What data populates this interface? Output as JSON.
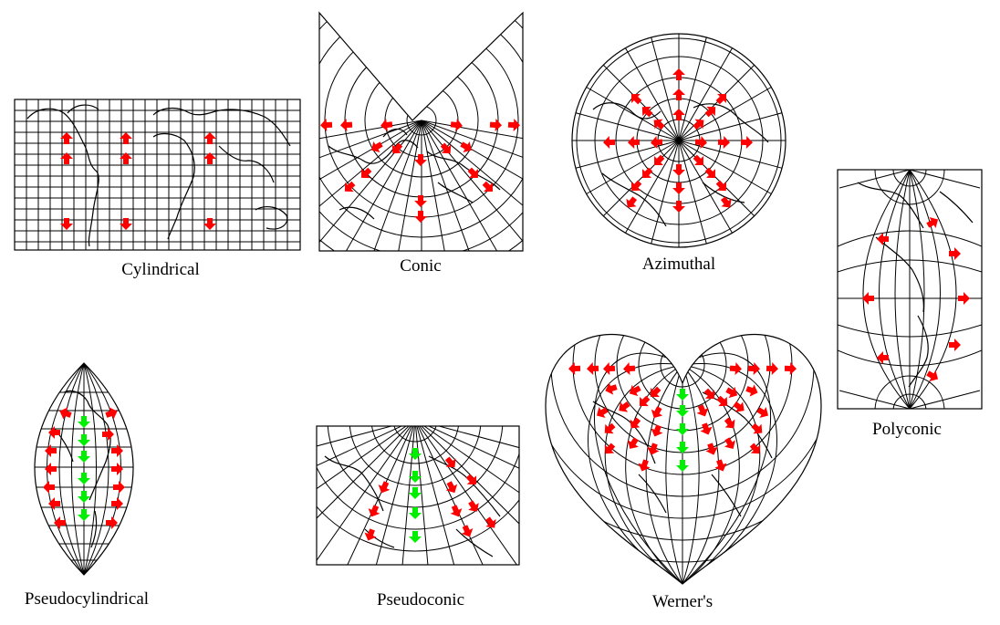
{
  "figure": {
    "labels": {
      "cylindrical": "Cylindrical",
      "conic": "Conic",
      "azimuthal": "Azimuthal",
      "polyconic": "Polyconic",
      "pseudocylindrical": "Pseudocylindrical",
      "pseudoconic": "Pseudoconic",
      "werners": "Werner's"
    }
  },
  "colors": {
    "line": "#000000",
    "arrow_red": "#ff0000",
    "arrow_green": "#00ee00",
    "background": "#ffffff"
  },
  "icons": {
    "arrow": "arrow-icon"
  }
}
